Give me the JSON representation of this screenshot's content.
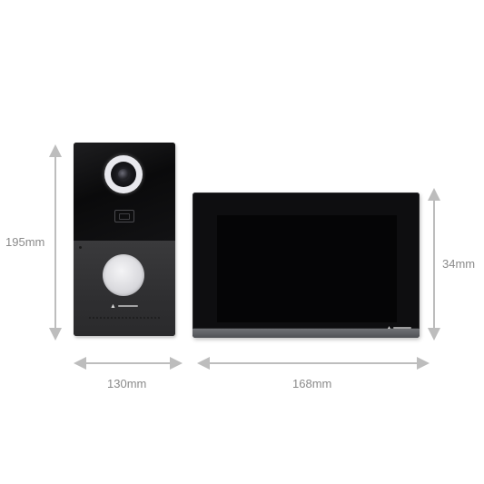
{
  "dimensions": {
    "doorbell_height": "195mm",
    "doorbell_width": "130mm",
    "monitor_width": "168mm",
    "monitor_depth": "34mm"
  },
  "colors": {
    "background": "#ffffff",
    "label_text": "#8a8a8a",
    "arrow": "#bdbdbd",
    "panel_black": "#0b0b0c",
    "panel_grey": "#343436",
    "monitor_trim": "#5f6165"
  },
  "icons": {
    "brand_logo": "nivian-logo-icon",
    "camera": "camera-lens-icon",
    "call_button": "call-button-icon"
  }
}
